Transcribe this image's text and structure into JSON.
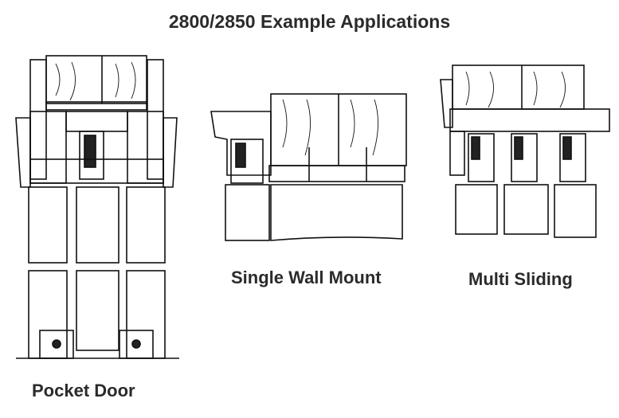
{
  "title": "2800/2850 Example Applications",
  "applications": [
    {
      "label": "Pocket Door"
    },
    {
      "label": "Single Wall Mount"
    },
    {
      "label": "Multi Sliding"
    }
  ]
}
